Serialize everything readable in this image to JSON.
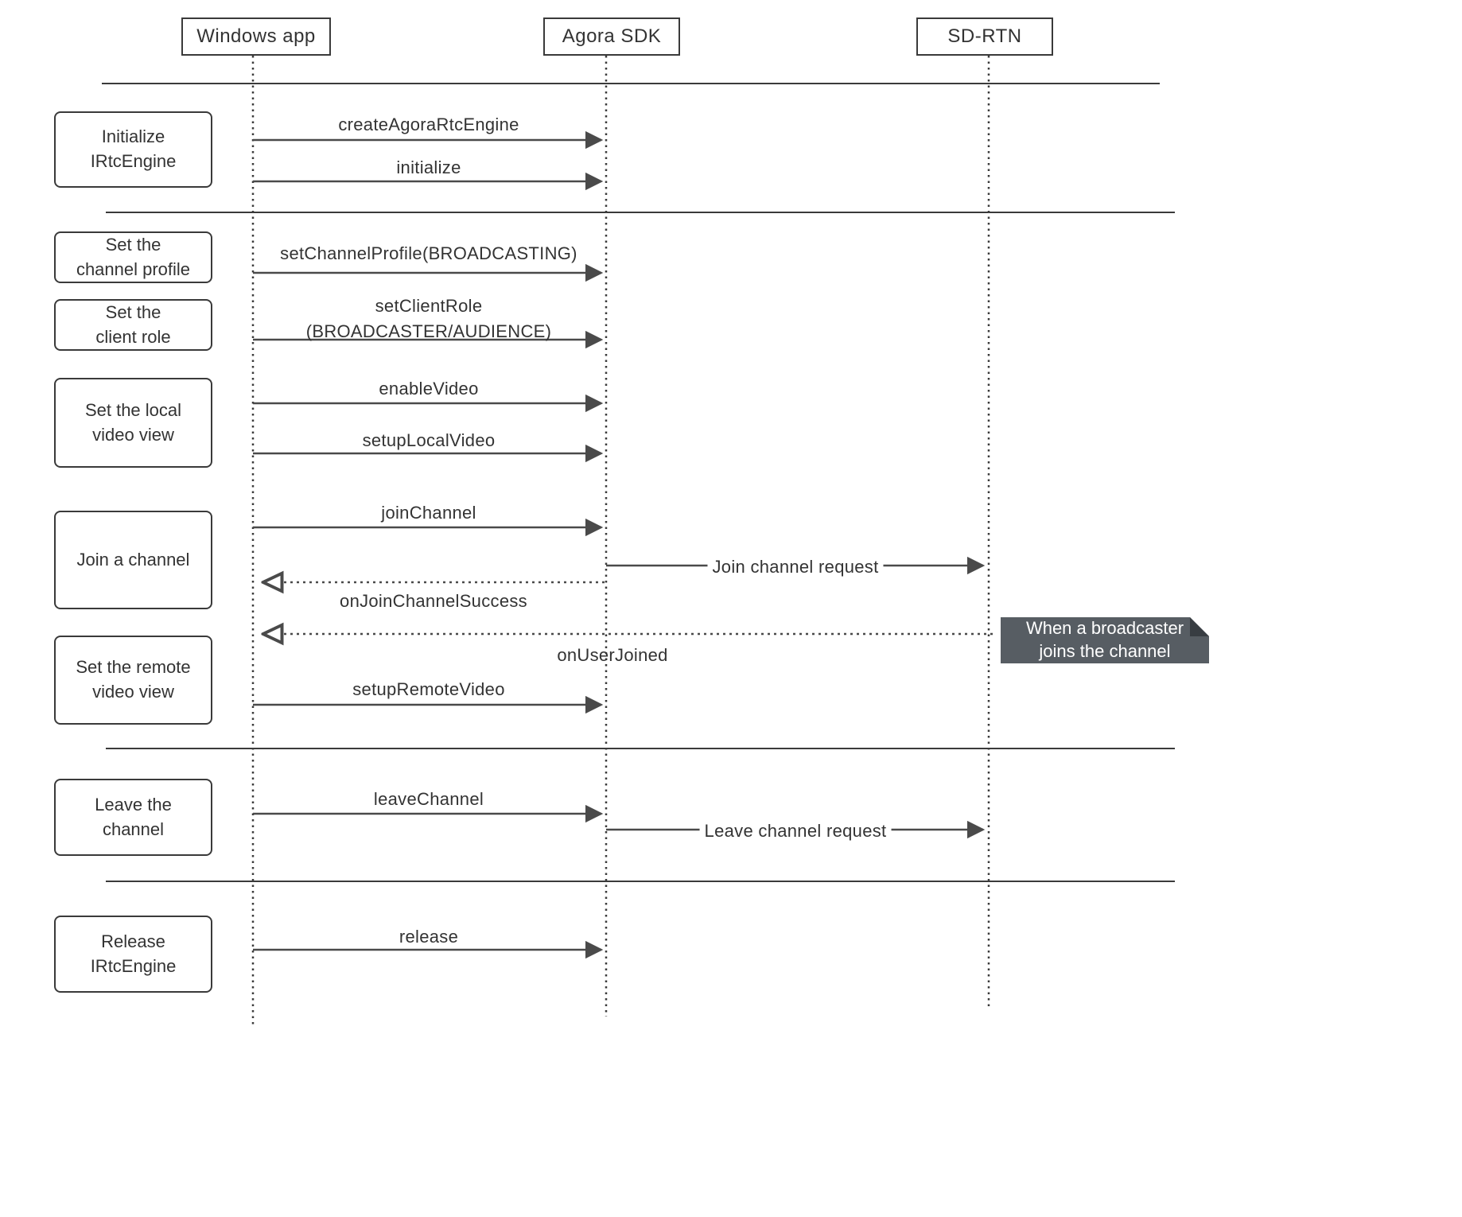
{
  "actors": [
    {
      "id": "windows-app",
      "label": "Windows app"
    },
    {
      "id": "agora-sdk",
      "label": "Agora SDK"
    },
    {
      "id": "sd-rtn",
      "label": "SD-RTN"
    }
  ],
  "phases": [
    {
      "label": "Initialize\nIRtcEngine"
    },
    {
      "label": "Set the\nchannel profile"
    },
    {
      "label": "Set the\nclient role"
    },
    {
      "label": "Set the local\nvideo view"
    },
    {
      "label": "Join a channel"
    },
    {
      "label": "Set the remote\nvideo view"
    },
    {
      "label": "Leave the\nchannel"
    },
    {
      "label": "Release\nIRtcEngine"
    }
  ],
  "messages": [
    {
      "label": "createAgoraRtcEngine",
      "from": "windows-app",
      "to": "agora-sdk",
      "line": "solid"
    },
    {
      "label": "initialize",
      "from": "windows-app",
      "to": "agora-sdk",
      "line": "solid"
    },
    {
      "label": "setChannelProfile(BROADCASTING)",
      "from": "windows-app",
      "to": "agora-sdk",
      "line": "solid"
    },
    {
      "label": "setClientRole\n(BROADCASTER/AUDIENCE)",
      "from": "windows-app",
      "to": "agora-sdk",
      "line": "solid"
    },
    {
      "label": "enableVideo",
      "from": "windows-app",
      "to": "agora-sdk",
      "line": "solid"
    },
    {
      "label": "setupLocalVideo",
      "from": "windows-app",
      "to": "agora-sdk",
      "line": "solid"
    },
    {
      "label": "joinChannel",
      "from": "windows-app",
      "to": "agora-sdk",
      "line": "solid"
    },
    {
      "label": "Join channel request",
      "from": "agora-sdk",
      "to": "sd-rtn",
      "line": "solid"
    },
    {
      "label": "onJoinChannelSuccess",
      "from": "agora-sdk",
      "to": "windows-app",
      "line": "dotted"
    },
    {
      "label": "onUserJoined",
      "from": "sd-rtn",
      "to": "windows-app",
      "line": "dotted"
    },
    {
      "label": "setupRemoteVideo",
      "from": "windows-app",
      "to": "agora-sdk",
      "line": "solid"
    },
    {
      "label": "leaveChannel",
      "from": "windows-app",
      "to": "agora-sdk",
      "line": "solid"
    },
    {
      "label": "Leave channel request",
      "from": "agora-sdk",
      "to": "sd-rtn",
      "line": "solid"
    },
    {
      "label": "release",
      "from": "windows-app",
      "to": "agora-sdk",
      "line": "solid"
    }
  ],
  "note": {
    "text": "When a broadcaster\njoins the channel"
  },
  "colors": {
    "background": "#ffffff",
    "line": "#4a4a4a",
    "border": "#3a3a3a",
    "text": "#333333",
    "note_bg": "#575d63",
    "note_fold": "#383d42",
    "note_text": "#ffffff"
  }
}
